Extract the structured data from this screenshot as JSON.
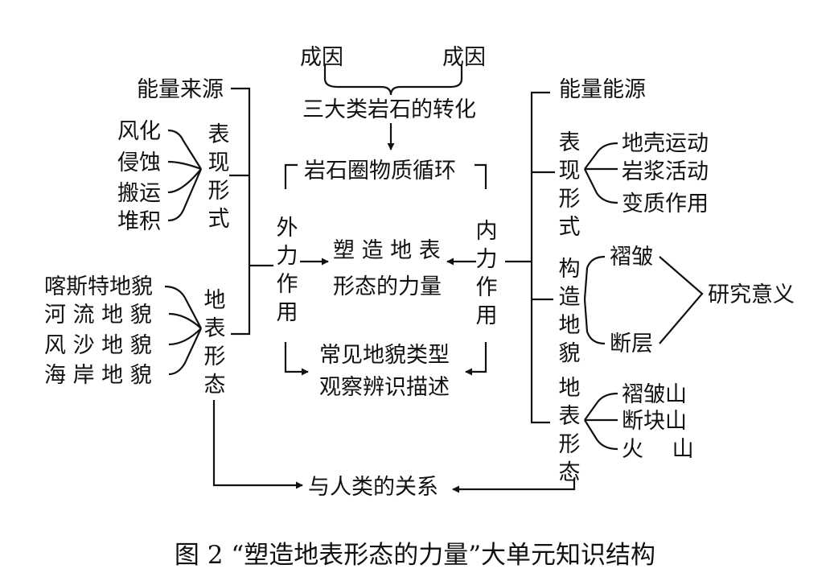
{
  "top": {
    "cause_left": "成因",
    "cause_right": "成因",
    "rock_transform": "三大类岩石的转化"
  },
  "center": {
    "rock_cycle": "岩石圈物质循环",
    "shaping_force_line1": "塑 造 地 表",
    "shaping_force_line2": "形态的力量",
    "landform_line1": "常见地貌类型",
    "landform_line2": "观察辨识描述",
    "relation": "与人类的关系"
  },
  "left": {
    "external_force": "外力作用",
    "energy_source": "能量来源",
    "manifestation": "表现形式",
    "processes": [
      "风化",
      "侵蚀",
      "搬运",
      "堆积"
    ],
    "surface_form": "地表形态",
    "landforms": [
      "喀斯特地貌",
      "河 流 地 貌",
      "风 沙 地 貌",
      "海 岸 地 貌"
    ]
  },
  "right": {
    "internal_force": "内力作用",
    "energy_source": "能量能源",
    "manifestation": "表现形式",
    "processes": [
      "地壳运动",
      "岩浆活动",
      "变质作用"
    ],
    "structural_landform": "构造地貌",
    "structures": [
      "褶皱",
      "断层"
    ],
    "research_significance": "研究意义",
    "surface_form": "地表形态",
    "mountains": [
      "褶皱山",
      "断块山",
      "火　 山"
    ]
  },
  "caption": "图 2 “塑造地表形态的力量”大单元知识结构"
}
